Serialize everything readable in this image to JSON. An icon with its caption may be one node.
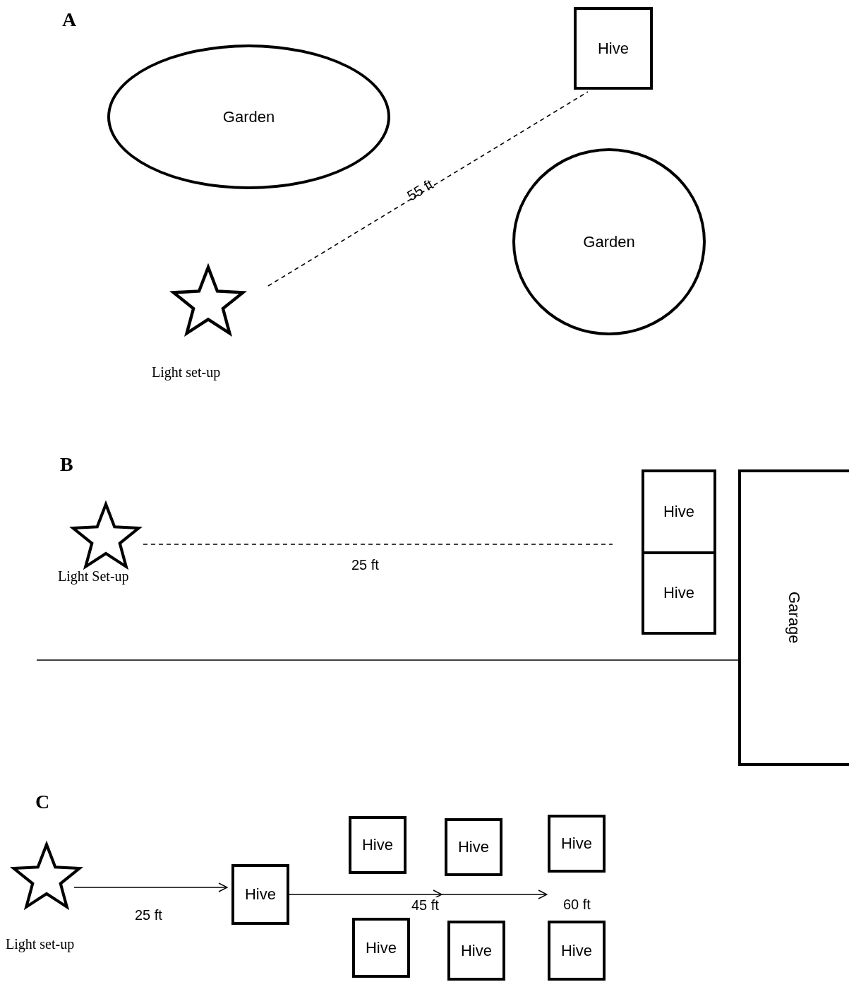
{
  "diagram": {
    "nodes": [
      {
        "text": [
          "Hive"
        ]
      },
      {
        "text": [
          "Garden"
        ]
      },
      {
        "text": [
          "Garden"
        ]
      },
      {
        "text": [],
        "shape": "star",
        "beside": [
          "Light set-up"
        ]
      },
      {
        "text": [],
        "shape": "star",
        "beside": [
          "Light Set-up"
        ]
      },
      {
        "text": [
          "Hive"
        ]
      },
      {
        "text": [
          "Hive"
        ]
      },
      {
        "text": [
          "Garage"
        ]
      },
      {
        "text": [],
        "shape": "star",
        "beside": [
          "Light set-up"
        ]
      },
      {
        "text": [
          "Hive"
        ]
      },
      {
        "text": [
          "Hive"
        ]
      },
      {
        "text": [
          "Hive"
        ]
      },
      {
        "text": [
          "Hive"
        ]
      },
      {
        "text": [
          "Hive"
        ]
      },
      {
        "text": [
          "Hive"
        ]
      },
      {
        "text": [
          "Hive"
        ]
      }
    ],
    "edges": [
      {
        "from": 3,
        "to": 0,
        "arrow": "none",
        "label": "55 ft",
        "style": "dashed"
      },
      {
        "from": 4,
        "to": 5,
        "arrow": "none",
        "label": "25 ft",
        "style": "dashed"
      },
      {
        "from": null,
        "to": 7,
        "arrow": "none"
      },
      {
        "from": 8,
        "to": 9,
        "arrow": "to",
        "label": "25 ft"
      },
      {
        "from": 9,
        "to": 11,
        "arrow": "to",
        "label": "45 ft"
      }
    ],
    "labels": [
      "A",
      "B",
      "C",
      "60 ft"
    ]
  }
}
